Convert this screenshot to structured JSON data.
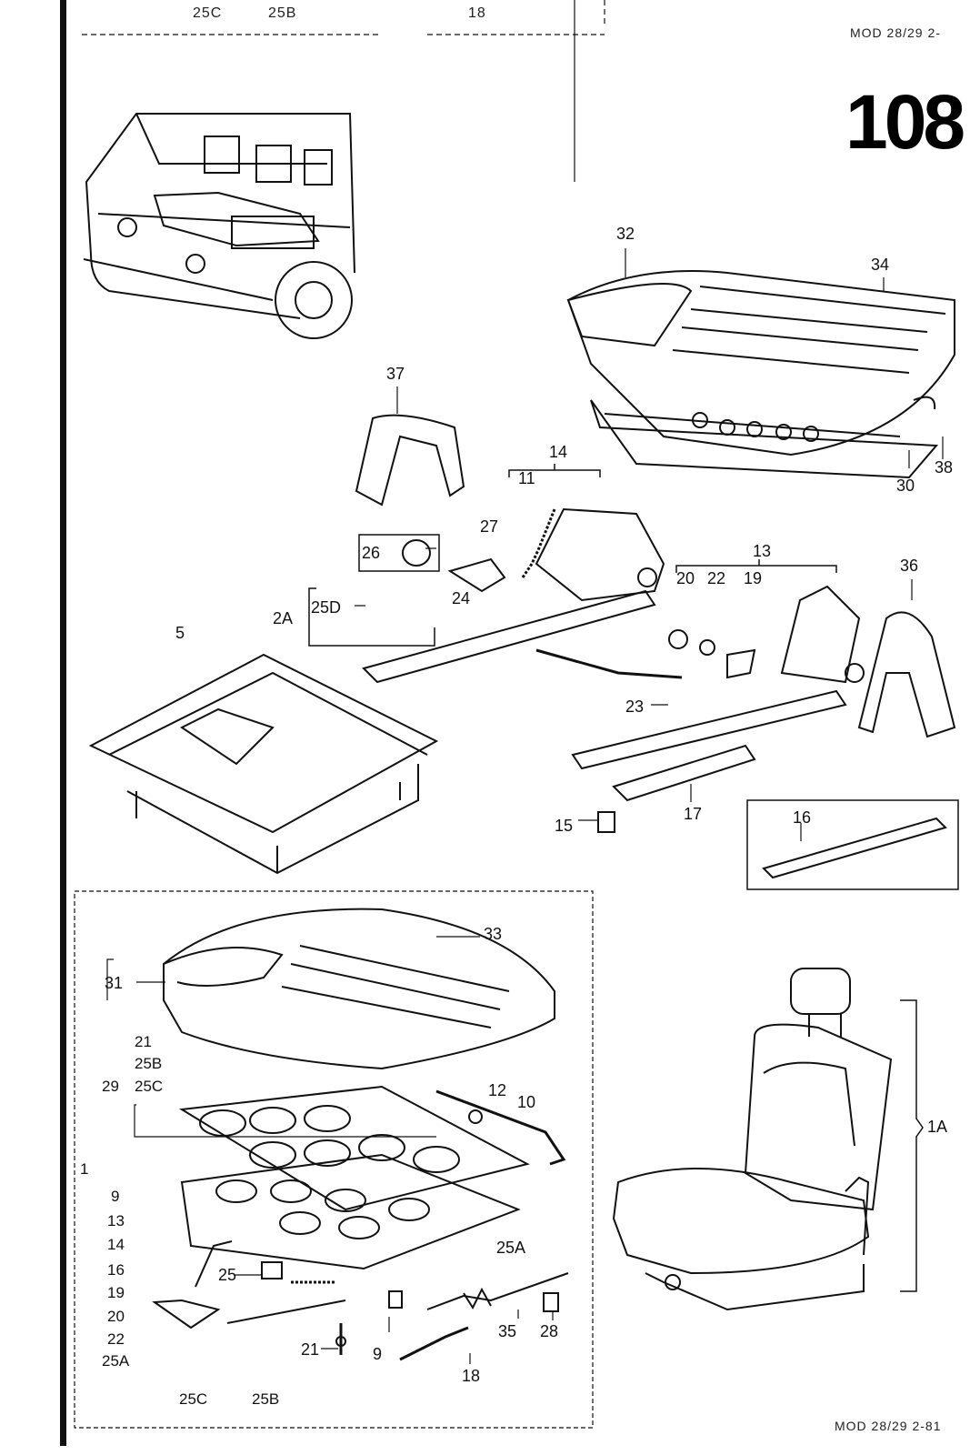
{
  "header": {
    "top_left": [
      "25C",
      "25B",
      "18"
    ],
    "model_top": "MOD 28/29 2-",
    "model_bottom": "MOD 28/29 2-81",
    "page_number": "108"
  },
  "callouts": {
    "c32": "32",
    "c34": "34",
    "c37": "37",
    "c14": "14",
    "c11": "11",
    "c27": "27",
    "c26": "26",
    "c2A": "2A",
    "c25D": "25D",
    "c24": "24",
    "c5": "5",
    "c13": "13",
    "c20": "20",
    "c22": "22",
    "c19": "19",
    "c36": "36",
    "c38": "38",
    "c30": "30",
    "c23": "23",
    "c15": "15",
    "c17": "17",
    "c16": "16",
    "c33": "33",
    "c31": "31",
    "c29": "29",
    "c12": "12",
    "c10": "10",
    "c1A": "1A",
    "c25A": "25A",
    "c25": "25",
    "c35": "35",
    "c28": "28",
    "c21": "21",
    "c9": "9",
    "c18": "18",
    "b25C": "25C",
    "b25B": "25B",
    "c1": "1"
  },
  "group29": [
    "21",
    "25B",
    "25C"
  ],
  "group1": [
    "9",
    "13",
    "14",
    "16",
    "19",
    "20",
    "22",
    "25A"
  ]
}
